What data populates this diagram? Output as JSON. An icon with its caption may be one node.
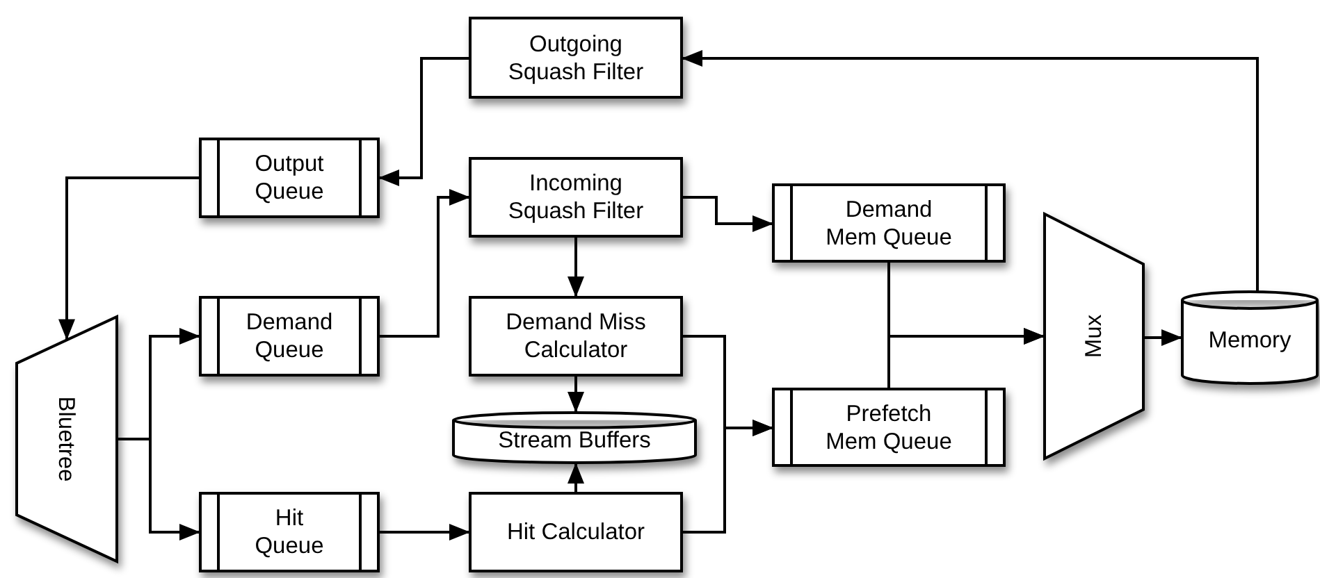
{
  "diagram": {
    "nodes": [
      {
        "text": [
          "Outgoing Squash Filter"
        ]
      },
      {
        "text": [
          "Output Queue"
        ]
      },
      {
        "text": [
          "Incoming Squash Filter"
        ]
      },
      {
        "text": [
          "Demand Queue"
        ]
      },
      {
        "text": [
          "Demand Miss Calculator"
        ]
      },
      {
        "text": [
          "Demand Mem Queue"
        ]
      },
      {
        "text": [
          "Stream Buffers"
        ]
      },
      {
        "text": [
          "Bluetree"
        ]
      },
      {
        "text": [
          "Prefetch Mem Queue"
        ]
      },
      {
        "text": [
          "Mux"
        ]
      },
      {
        "text": [
          "Memory"
        ]
      },
      {
        "text": [
          "Hit Queue"
        ]
      },
      {
        "text": [
          "Hit Calculator"
        ]
      }
    ],
    "edges": [
      {
        "from": 10,
        "to": 0,
        "arrow": "to"
      },
      {
        "from": 0,
        "to": 1,
        "arrow": "to"
      },
      {
        "from": 1,
        "to": 7,
        "arrow": "to"
      },
      {
        "from": 7,
        "to": 3,
        "arrow": "to"
      },
      {
        "from": 7,
        "to": 11,
        "arrow": "to"
      },
      {
        "from": 3,
        "to": 2,
        "arrow": "to"
      },
      {
        "from": 2,
        "to": 5,
        "arrow": "to"
      },
      {
        "from": 2,
        "to": 4,
        "arrow": "to"
      },
      {
        "from": 4,
        "to": 6,
        "arrow": "to"
      },
      {
        "from": 12,
        "to": 6,
        "arrow": "to"
      },
      {
        "from": 11,
        "to": 12,
        "arrow": "to"
      },
      {
        "from": 4,
        "to": 8,
        "arrow": "to"
      },
      {
        "from": 12,
        "to": 8,
        "arrow": "to"
      },
      {
        "from": 5,
        "to": 9,
        "arrow": "to"
      },
      {
        "from": 8,
        "to": 9,
        "arrow": "to"
      },
      {
        "from": 9,
        "to": 10,
        "arrow": "to"
      }
    ]
  }
}
